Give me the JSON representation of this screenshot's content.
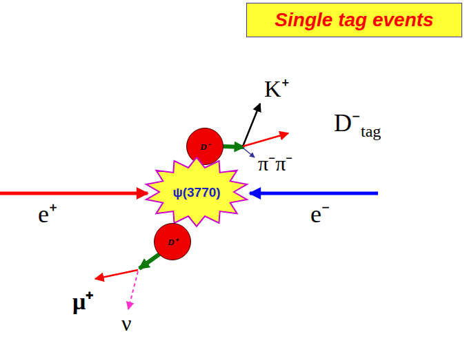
{
  "diagram": {
    "nodes": [
      {
        "text": [
          "Single tag events"
        ]
      },
      {
        "text": [
          "D⁻"
        ]
      },
      {
        "text": [
          "ψ(3770)"
        ]
      },
      {
        "text": [
          "D⁺"
        ]
      }
    ],
    "labels": [
      "K⁺",
      "D⁻",
      "tag",
      "π⁻π⁻",
      "e⁺",
      "e⁻",
      "μ⁺",
      "ν"
    ]
  }
}
